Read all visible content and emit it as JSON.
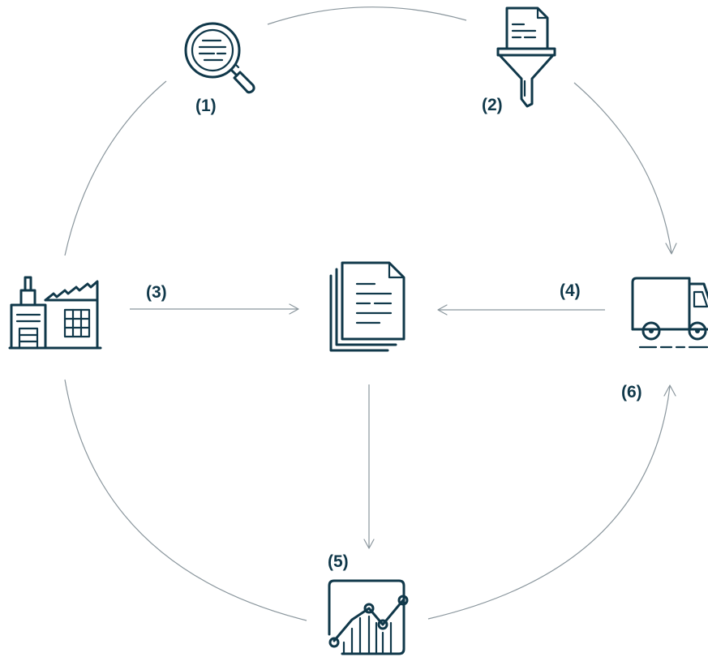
{
  "steps": {
    "step_1": "(1)",
    "step_2": "(2)",
    "step_3": "(3)",
    "step_4": "(4)",
    "step_5": "(5)",
    "step_6": "(6)"
  },
  "icons": {
    "magnifier": "magnifying-glass-document-icon",
    "funnel": "document-funnel-filter-icon",
    "factory": "factory-icon",
    "documents": "document-stack-icon",
    "truck": "delivery-truck-icon",
    "chart": "line-chart-icon"
  },
  "colors": {
    "icon": "#10384a",
    "label": "#10384a",
    "connector": "#8a969d"
  }
}
